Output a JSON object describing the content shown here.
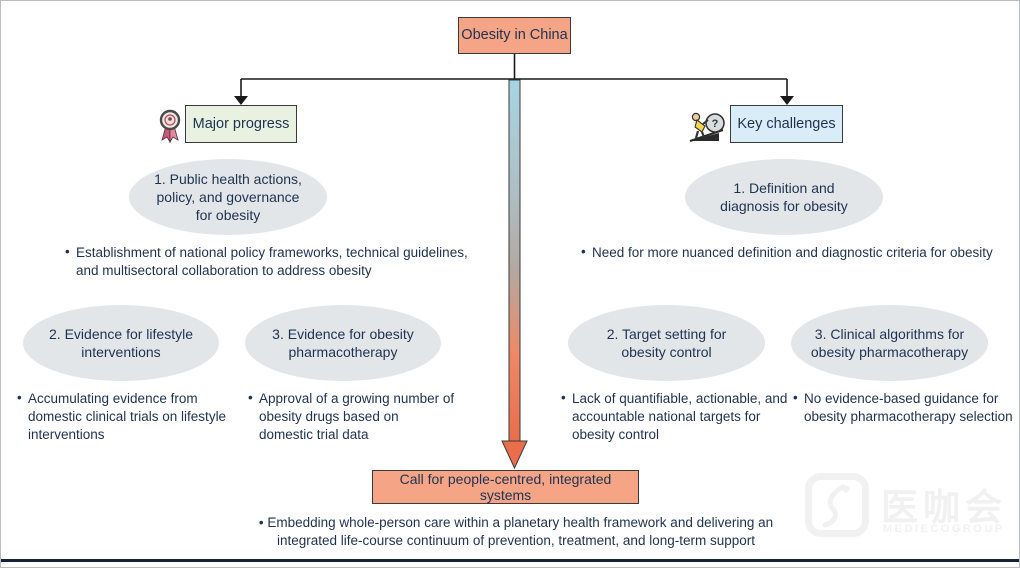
{
  "root_box": {
    "label": "Obesity in China"
  },
  "left_branch": {
    "header": "Major progress",
    "nodes": [
      {
        "label": "1. Public health actions, policy, and governance for obesity"
      },
      {
        "label": "2. Evidence for lifestyle interventions"
      },
      {
        "label": "3. Evidence for obesity pharmacotherapy"
      }
    ],
    "bullets": [
      "Establishment of national policy frameworks, technical guidelines, and multisectoral collaboration to address obesity",
      "Accumulating evidence from domestic clinical trials on lifestyle interventions",
      "Approval of a growing number of obesity drugs based on domestic trial data"
    ]
  },
  "right_branch": {
    "header": "Key challenges",
    "nodes": [
      {
        "label": "1. Definition and diagnosis for obesity"
      },
      {
        "label": "2. Target setting for obesity control"
      },
      {
        "label": "3. Clinical algorithms for obesity pharmacotherapy"
      }
    ],
    "bullets": [
      "Need for more nuanced definition and diagnostic criteria for obesity",
      "Lack of quantifiable, actionable, and accountable national targets for obesity control",
      "No evidence-based guidance for obesity pharmacotherapy selection"
    ]
  },
  "footer": {
    "box_label": "Call for people-centred, integrated systems",
    "bullet": "Embedding whole-person care within a planetary health framework and delivering an integrated life-course continuum of prevention, treatment, and long-term support"
  },
  "icons": {
    "medal": "medal-icon",
    "challenge": "person-pushing-boulder-icon",
    "question_mark": "?"
  },
  "watermark": {
    "logo_text": "医咖会",
    "subtext": "MEDIECOGROUP"
  },
  "colors": {
    "salmon": "#f5a585",
    "pale_green": "#e9f1e1",
    "pale_blue": "#d9edf8",
    "ellipse_gray": "#e3e6e9",
    "text_navy": "#1e3250",
    "line_black": "#1a1a1a",
    "arrow_gradient_top": "#a7d5e3",
    "arrow_gradient_mid": "#b3a9a3",
    "arrow_gradient_bottom": "#ea6d4c",
    "bottom_rule_navy": "#15223e"
  }
}
